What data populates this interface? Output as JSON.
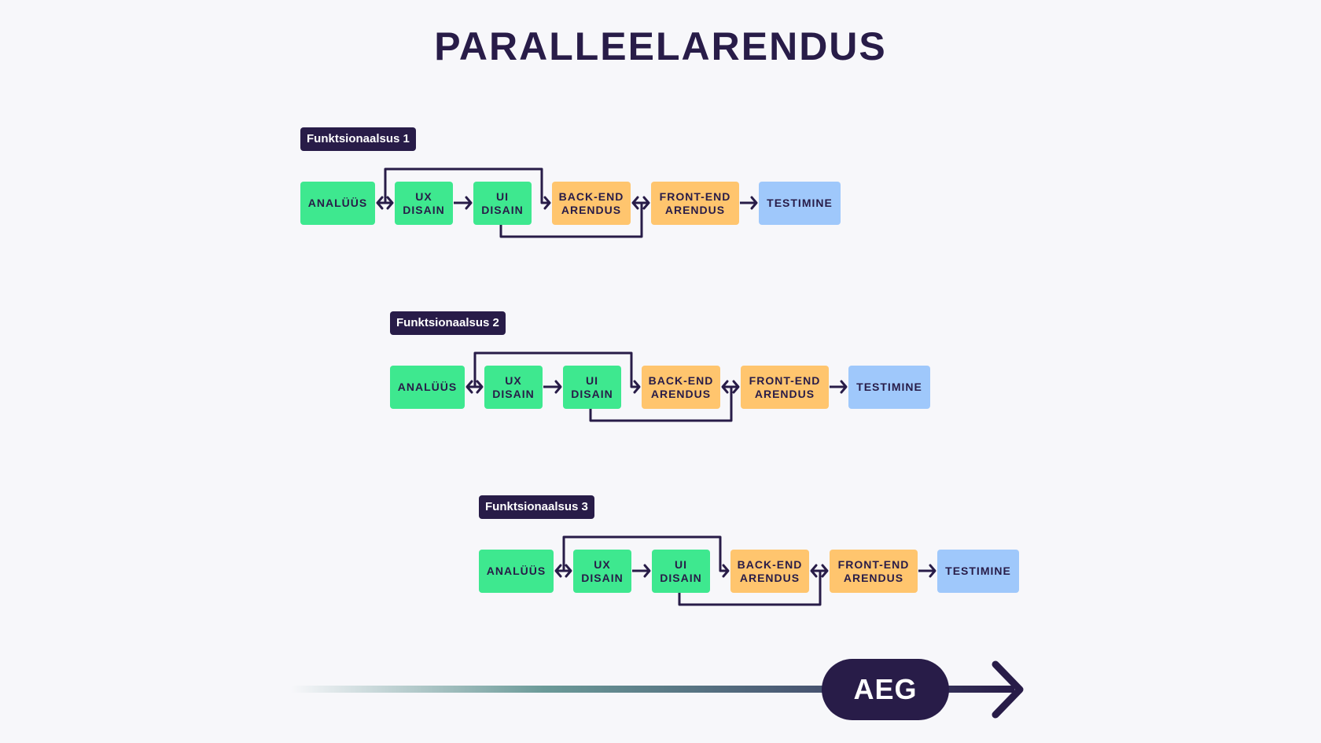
{
  "title": "PARALLEELARENDUS",
  "rows": [
    {
      "label": "Funktsionaalsus 1",
      "steps": [
        "ANALÜÜS",
        "UX\nDISAIN",
        "UI\nDISAIN",
        "BACK-END\nARENDUS",
        "FRONT-END\nARENDUS",
        "TESTIMINE"
      ]
    },
    {
      "label": "Funktsionaalsus 2",
      "steps": [
        "ANALÜÜS",
        "UX\nDISAIN",
        "UI\nDISAIN",
        "BACK-END\nARENDUS",
        "FRONT-END\nARENDUS",
        "TESTIMINE"
      ]
    },
    {
      "label": "Funktsionaalsus 3",
      "steps": [
        "ANALÜÜS",
        "UX\nDISAIN",
        "UI\nDISAIN",
        "BACK-END\nARENDUS",
        "FRONT-END\nARENDUS",
        "TESTIMINE"
      ]
    }
  ],
  "timeline": {
    "label": "AEG"
  },
  "colors": {
    "design": "#3ee88f",
    "development": "#ffc56e",
    "testing": "#9fc8fb",
    "dark": "#281c48",
    "background": "#f7f7fa"
  }
}
